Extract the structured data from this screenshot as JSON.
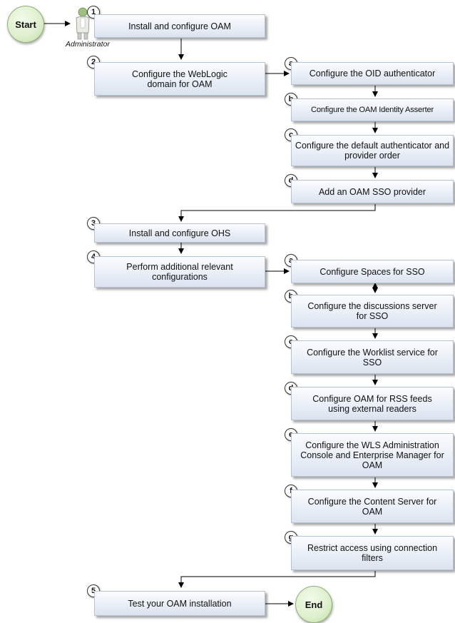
{
  "terminals": {
    "start": "Start",
    "end": "End"
  },
  "actor": {
    "label": "Administrator",
    "icon": "person-icon"
  },
  "main_steps": [
    {
      "num": "1",
      "label": "Install and configure OAM"
    },
    {
      "num": "2",
      "label": "Configure the WebLogic domain for OAM"
    },
    {
      "num": "3",
      "label": "Install and configure OHS"
    },
    {
      "num": "4",
      "label": "Perform additional relevant configurations"
    },
    {
      "num": "5",
      "label": "Test your OAM installation"
    }
  ],
  "weblogic_substeps": [
    {
      "letter": "a",
      "label": "Configure the OID authenticator"
    },
    {
      "letter": "b",
      "label": "Configure the OAM Identity Asserter"
    },
    {
      "letter": "c",
      "label": "Configure the default authenticator and provider order"
    },
    {
      "letter": "d",
      "label": "Add an OAM SSO provider"
    }
  ],
  "additional_substeps": [
    {
      "letter": "a",
      "label": "Configure Spaces for SSO"
    },
    {
      "letter": "b",
      "label": "Configure the discussions server for SSO"
    },
    {
      "letter": "c",
      "label": "Configure the Worklist service for SSO"
    },
    {
      "letter": "d",
      "label": "Configure OAM for RSS feeds using external readers"
    },
    {
      "letter": "e",
      "label": "Configure the WLS Administration Console and Enterprise Manager for OAM"
    },
    {
      "letter": "f",
      "label": "Configure the Content Server for OAM"
    },
    {
      "letter": "g",
      "label": "Restrict access using connection filters"
    }
  ],
  "colors": {
    "step_fill": "#e8eef7",
    "terminal_fill": "#dff0cf",
    "connector": "#000000"
  }
}
